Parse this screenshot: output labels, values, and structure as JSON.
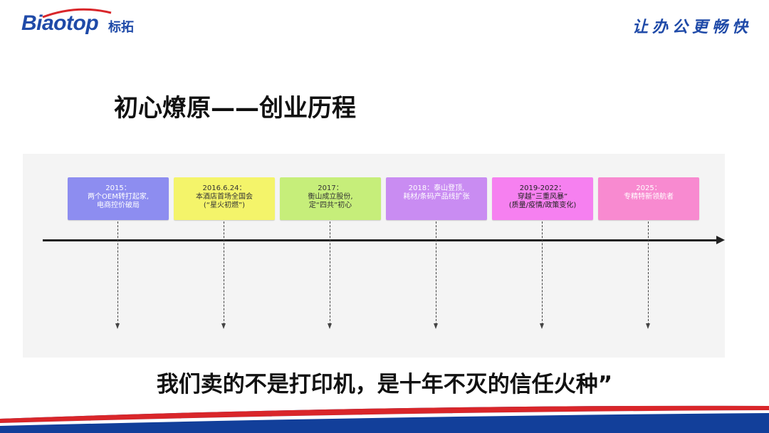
{
  "header": {
    "logo_text": "Biaotop",
    "logo_cn": "标拓",
    "slogan": "让办公更畅快"
  },
  "title": "初心燎原——创业历程",
  "timeline": {
    "milestones": [
      {
        "line1": "2015：",
        "line2": "两个OEM转打起家,",
        "line3": "电商控价破局",
        "color": "#8d8df0"
      },
      {
        "line1": "2016.6.24：",
        "line2": "本酒店首场全国会",
        "line3": "(“星火初燃”)",
        "color": "#f4f46a"
      },
      {
        "line1": "2017：",
        "line2": "衡山成立股份,",
        "line3": "定“四共”初心",
        "color": "#c6ee7a"
      },
      {
        "line1": "2018：泰山登顶,",
        "line2": "耗材/条码产品线扩张",
        "line3": "",
        "color": "#c98cf2"
      },
      {
        "line1": "2019-2022：",
        "line2": "穿越“三重风暴”",
        "line3": "(质量/疫情/政策变化)",
        "color": "#f680f0"
      },
      {
        "line1": "2025：",
        "line2": "专精特新领航者",
        "line3": "",
        "color": "#f88ad0"
      }
    ]
  },
  "quote": "我们卖的不是打印机，是十年不灭的信任火种”",
  "colors": {
    "brand_blue": "#1f4aa8",
    "footer_blue": "#123f9a",
    "footer_red": "#d9262a"
  }
}
